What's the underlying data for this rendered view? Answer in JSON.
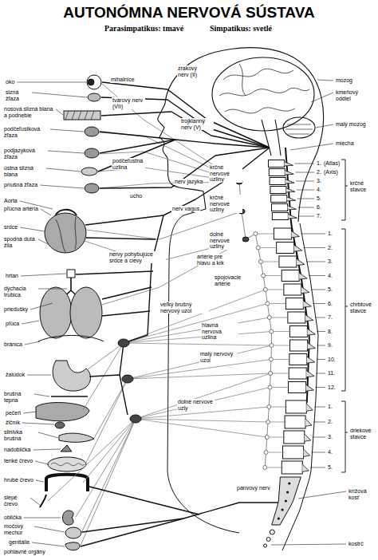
{
  "diagram": {
    "title": "AUTONÓMNA NERVOVÁ SÚSTAVA",
    "labels": [
      "Parasimpatikus: tmavé",
      "Simpatikus: svetlé",
      "oko",
      "slzná žľaza",
      "nosová slizná blana a podnebie",
      "podčeľustková žľaza",
      "podjazyková žľaza",
      "ústna slizná blana",
      "príušná žľaza",
      "Aorta",
      "pľúcna artéria",
      "srdce",
      "spodná dutá žila",
      "hrtan",
      "dýchacia trubica",
      "priedušky",
      "pľúca",
      "bránica",
      "žalúdok",
      "brušná tepna",
      "pečeň",
      "žlčník",
      "slinivka brušná",
      "nadoblička",
      "tenké črevo",
      "hrubé črevo",
      "slepé črevo",
      "oblička",
      "močový mechúr",
      "genitálie",
      "pohlavné orgány",
      "mihalnice",
      "zrakový nerv (II)",
      "tvárový nerv (VII)",
      "trojklanný nerv (V)",
      "podčeľustná uzlina",
      "ucho",
      "nerv jazyka",
      "nerv vagus",
      "nervy pohybujúce srdce a cievy",
      "krčné nervové uzliny",
      "krčné nervové uzliny",
      "dolné nervové uzliny",
      "artérie pre hlavu a krk",
      "spojovacie artérie",
      "veľký brušný nervový uzol",
      "hlavná nervová uzlina",
      "malý nervový uzol",
      "dolné nervové uzly",
      "panvový nerv",
      "mozog",
      "kmeňový oddiel",
      "malý mozog",
      "miecha",
      "1.",
      "(Atlas)",
      "2.",
      "(Axis)",
      "3.",
      "4.",
      "5.",
      "6.",
      "7.",
      "krčné stavce",
      "1.",
      "2.",
      "3.",
      "4.",
      "5.",
      "6.",
      "7.",
      "8.",
      "9.",
      "10.",
      "11.",
      "12.",
      "chrbtové stavce",
      "1.",
      "2.",
      "3.",
      "4.",
      "5.",
      "driekové stavce",
      "krížová kosť",
      "kostrč"
    ]
  }
}
